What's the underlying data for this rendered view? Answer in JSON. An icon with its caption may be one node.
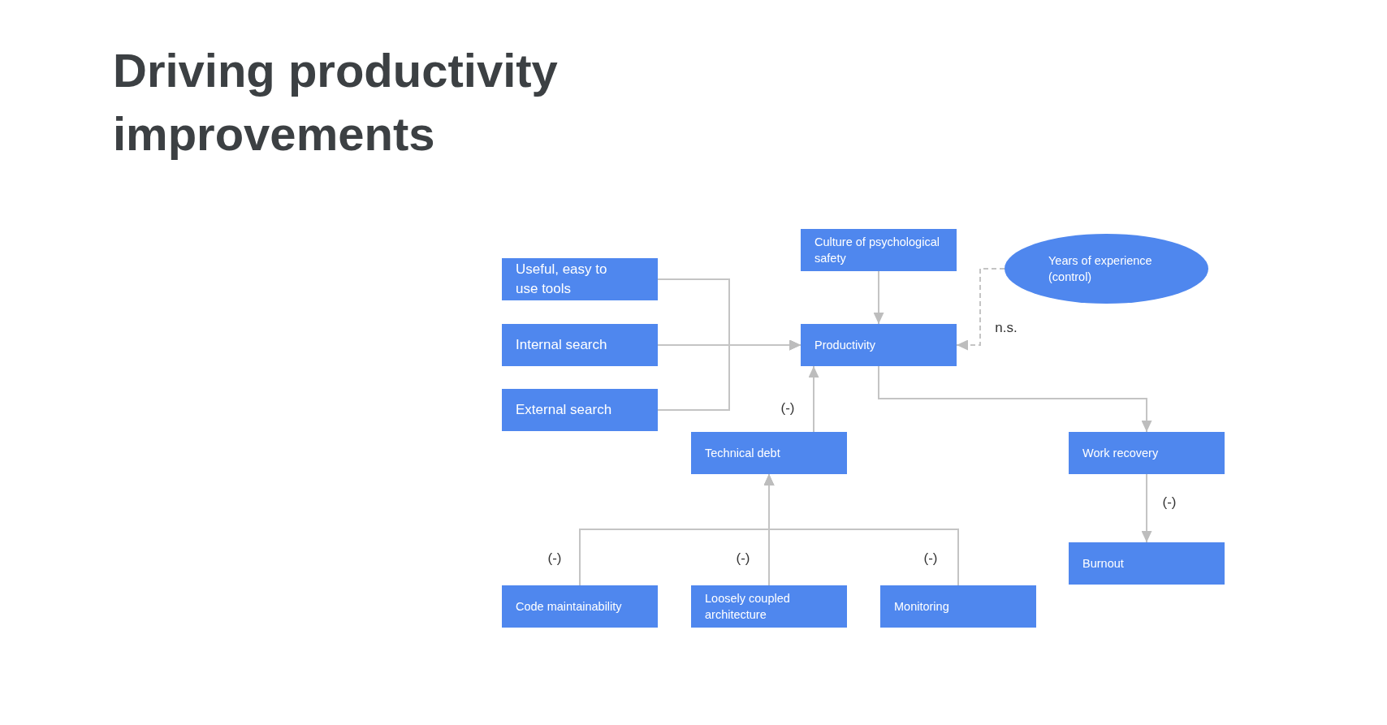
{
  "diagram": {
    "title": "Driving productivity improvements",
    "nodes": [
      {
        "text": [
          "Useful, easy to use tools"
        ]
      },
      {
        "text": [
          "Internal search"
        ]
      },
      {
        "text": [
          "External search"
        ]
      },
      {
        "text": [
          "Culture of psychological safety"
        ]
      },
      {
        "text": [
          "Years of experience (control)"
        ]
      },
      {
        "text": [
          "Productivity"
        ]
      },
      {
        "text": [
          "Technical debt"
        ]
      },
      {
        "text": [
          "Work recovery"
        ]
      },
      {
        "text": [
          "Burnout"
        ]
      },
      {
        "text": [
          "Code maintainability"
        ]
      },
      {
        "text": [
          "Loosely coupled architecture"
        ]
      },
      {
        "text": [
          "Monitoring"
        ]
      }
    ],
    "edges": [
      {
        "from": 0,
        "to": 5,
        "arrow": "to"
      },
      {
        "from": 1,
        "to": 5,
        "arrow": "to"
      },
      {
        "from": 2,
        "to": 5,
        "arrow": "to"
      },
      {
        "from": 3,
        "to": 5,
        "arrow": "to"
      },
      {
        "from": 4,
        "to": 5,
        "arrow": "to",
        "label": "n.s.",
        "style": "dashed"
      },
      {
        "from": 6,
        "to": 5,
        "arrow": "to",
        "label": "(-)"
      },
      {
        "from": 5,
        "to": 7,
        "arrow": "to"
      },
      {
        "from": 7,
        "to": 8,
        "arrow": "to",
        "label": "(-)"
      },
      {
        "from": 9,
        "to": 6,
        "arrow": "to",
        "label": "(-)"
      },
      {
        "from": 10,
        "to": 6,
        "arrow": "to",
        "label": "(-)"
      },
      {
        "from": 11,
        "to": 6,
        "arrow": "to",
        "label": "(-)"
      }
    ]
  }
}
